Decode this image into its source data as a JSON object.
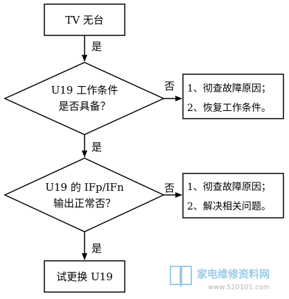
{
  "nodes": {
    "start": "TV 无台",
    "decision1": {
      "line1": "U19 工作条件",
      "line2": "是否具备？"
    },
    "decision2": {
      "line1": "U19 的 IFp/IFn",
      "line2": "输出正常否？"
    },
    "end": "试更换 U19"
  },
  "side_boxes": {
    "box1": {
      "line1": "1、彻查故障原因；",
      "line2": "2、恢复工作条件。"
    },
    "box2": {
      "line1": "1、彻查故障原因；",
      "line2": "2、解决相关问题。"
    }
  },
  "edge_labels": {
    "yes": "是",
    "no": "否"
  },
  "watermark": {
    "brand": "家电维修资料网",
    "url": "www.520101.com"
  }
}
